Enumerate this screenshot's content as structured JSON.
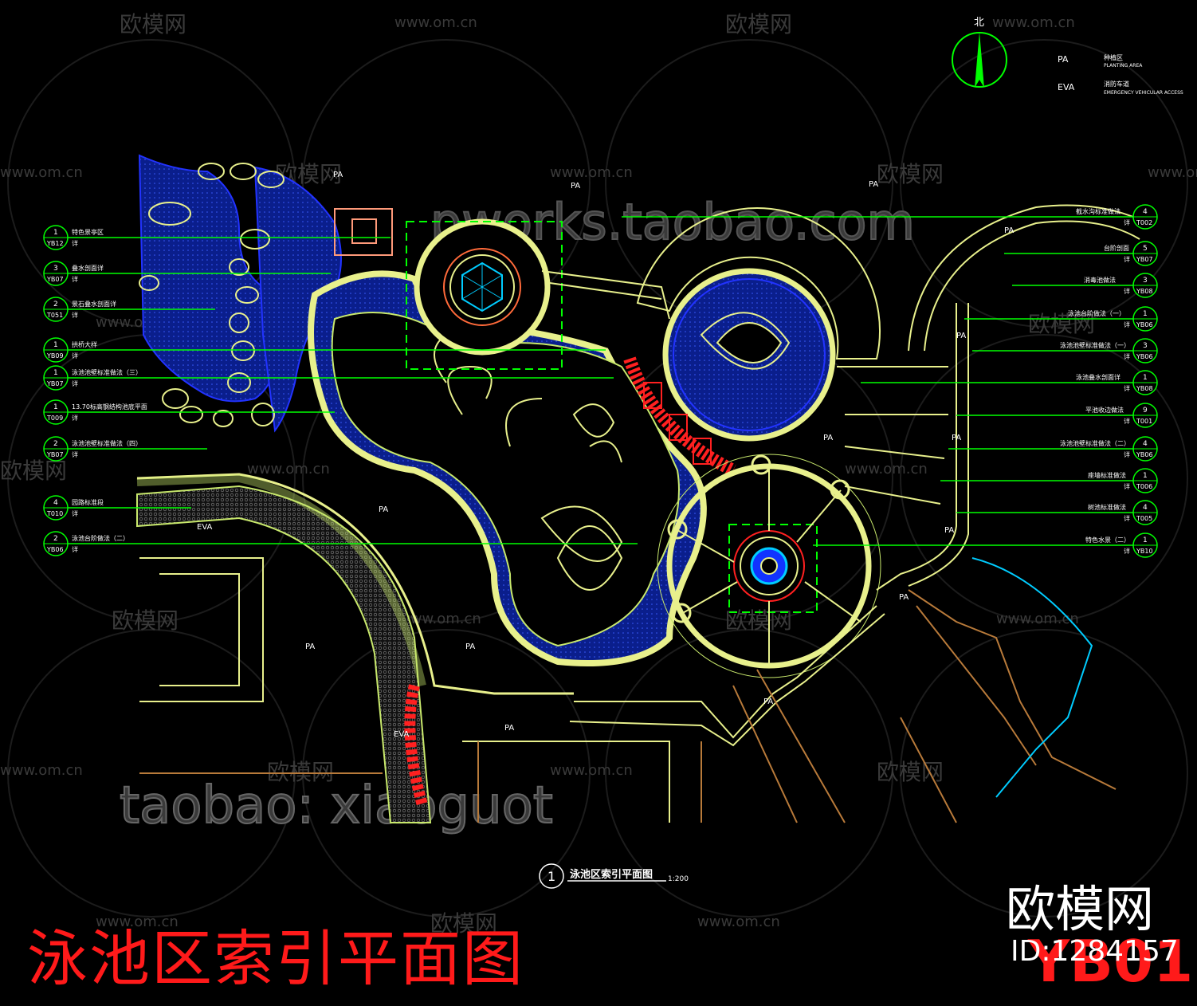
{
  "watermarks": {
    "site": "www.om.cn",
    "brand": "欧模网",
    "shop1": "pworks.taobao.com",
    "shop2": "taobao: xiaoguot"
  },
  "north": "北",
  "legend": [
    {
      "code": "PA",
      "cn": "种植区",
      "en": "PLANTING AREA"
    },
    {
      "code": "EVA",
      "cn": "消防车道",
      "en": "EMERGENCY VEHICULAR ACCESS"
    }
  ],
  "area_labels": {
    "pa": "PA",
    "eva": "EVA"
  },
  "callouts_left": [
    {
      "num": "1",
      "sheet": "YB12",
      "text": "特色景亭区",
      "suffix": "详"
    },
    {
      "num": "3",
      "sheet": "YB07",
      "text": "叠水剖面详",
      "suffix": "详"
    },
    {
      "num": "2",
      "sheet": "T051",
      "text": "景石叠水剖面详",
      "suffix": "详"
    },
    {
      "num": "1",
      "sheet": "YB09",
      "text": "拱桥大样",
      "suffix": "详"
    },
    {
      "num": "1",
      "sheet": "YB07",
      "text": "泳池池壁标准做法（三）",
      "suffix": "详"
    },
    {
      "num": "1",
      "sheet": "T009",
      "text": "13.70标高钢结构池底平面",
      "suffix": "详"
    },
    {
      "num": "2",
      "sheet": "YB07",
      "text": "泳池池壁标准做法（四）",
      "suffix": "详"
    },
    {
      "num": "4",
      "sheet": "T010",
      "text": "园路标准段",
      "suffix": "详"
    },
    {
      "num": "2",
      "sheet": "YB06",
      "text": "泳池台阶做法（二）",
      "suffix": "详"
    }
  ],
  "callouts_right": [
    {
      "num": "4",
      "sheet": "T002",
      "text": "截水沟标准做法",
      "suffix": "详"
    },
    {
      "num": "5",
      "sheet": "YB07",
      "text": "台阶剖面",
      "suffix": "详"
    },
    {
      "num": "3",
      "sheet": "YB08",
      "text": "消毒池做法",
      "suffix": "详"
    },
    {
      "num": "1",
      "sheet": "YB06",
      "text": "泳池台阶做法（一）",
      "suffix": "详"
    },
    {
      "num": "3",
      "sheet": "YB06",
      "text": "泳池池壁标准做法（一）",
      "suffix": "详"
    },
    {
      "num": "1",
      "sheet": "YB08",
      "text": "泳池叠水剖面详",
      "suffix": "详"
    },
    {
      "num": "9",
      "sheet": "T001",
      "text": "平池收边做法",
      "suffix": "详"
    },
    {
      "num": "4",
      "sheet": "YB06",
      "text": "泳池池壁标准做法（二）",
      "suffix": "详"
    },
    {
      "num": "1",
      "sheet": "T006",
      "text": "座墙标准做法",
      "suffix": "详"
    },
    {
      "num": "4",
      "sheet": "T005",
      "text": "树池标准做法",
      "suffix": "详"
    },
    {
      "num": "1",
      "sheet": "YB10",
      "text": "特色水景（二）",
      "suffix": "详"
    }
  ],
  "drawing_title": {
    "num": "1",
    "title": "泳池区索引平面图",
    "scale": "1:200"
  },
  "big_title": "泳池区索引平面图",
  "sheet_code": "YB01",
  "brand": "欧模网",
  "asset_id": "ID:1284157"
}
